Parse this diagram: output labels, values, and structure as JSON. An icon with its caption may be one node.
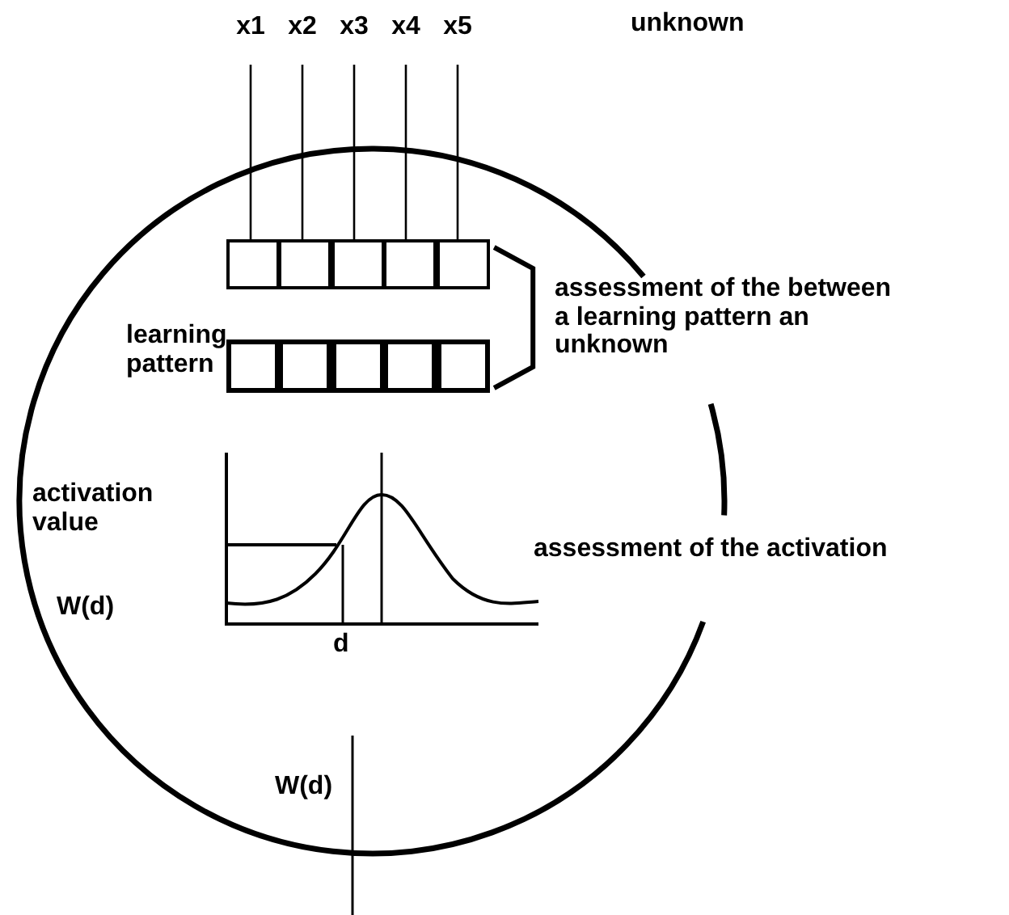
{
  "diagram": {
    "nodes": [
      {
        "text": [],
        "shape": "circle"
      },
      {
        "text": [
          "x1"
        ]
      },
      {
        "text": [
          "x2"
        ]
      },
      {
        "text": [
          "x3"
        ]
      },
      {
        "text": [
          "x4"
        ]
      },
      {
        "text": [
          "x5"
        ]
      },
      {
        "text": [],
        "shape": "box",
        "in": 0
      },
      {
        "text": [],
        "shape": "box",
        "in": 0
      },
      {
        "text": [],
        "shape": "box",
        "in": 0
      },
      {
        "text": [],
        "shape": "box",
        "in": 0
      },
      {
        "text": [],
        "shape": "box",
        "in": 0
      },
      {
        "text": [],
        "shape": "box",
        "in": 0
      },
      {
        "text": [],
        "shape": "box",
        "in": 0
      },
      {
        "text": [],
        "shape": "box",
        "in": 0
      },
      {
        "text": [],
        "shape": "box",
        "in": 0
      },
      {
        "text": [],
        "shape": "box",
        "in": 0
      }
    ],
    "edges": [
      {
        "from": 1,
        "to": 6,
        "arrow": "none"
      },
      {
        "from": 2,
        "to": 7,
        "arrow": "none"
      },
      {
        "from": 3,
        "to": 8,
        "arrow": "none"
      },
      {
        "from": 4,
        "to": 9,
        "arrow": "none"
      },
      {
        "from": 5,
        "to": 10,
        "arrow": "none"
      },
      {
        "from": 10,
        "to": 15,
        "arrow": "none",
        "style": "thick"
      }
    ],
    "labels": [
      "unknown",
      "assessment of the between a learning pattern an unknown",
      "learning pattern",
      "activation value",
      "assessment of the activation",
      "W(d)",
      "d",
      "W(d)"
    ]
  }
}
